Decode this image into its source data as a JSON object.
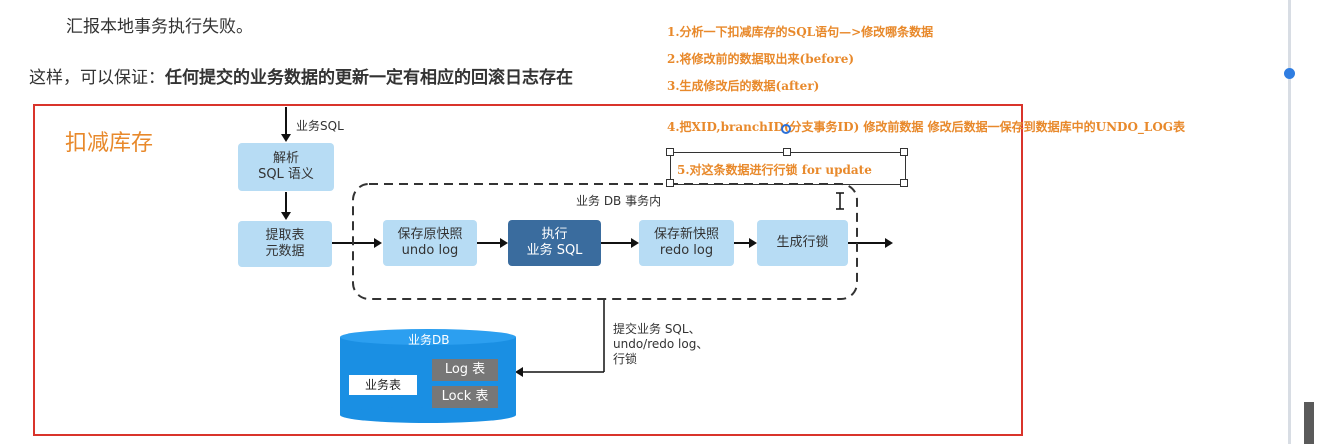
{
  "doc": {
    "line_top": "汇报本地事务执行失败。",
    "line_sentence_prefix": "这样，可以保证：",
    "line_sentence_bold": "任何提交的业务数据的更新一定有相应的回滚日志存在"
  },
  "notes": [
    "1.分析一下扣减库存的SQL语句—>修改哪条数据",
    "2.将修改前的数据取出来(before)",
    "3.生成修改后的数据(after)",
    "4.把XID,branchID(分支事务ID) 修改前数据 修改后数据一保存到数据库中的UNDO_LOG表",
    "5.对这条数据进行行锁 for update"
  ],
  "diagram": {
    "title": "扣减库存",
    "sql_label": "业务SQL",
    "parse_line1": "解析",
    "parse_line2": "SQL 语义",
    "extract_line1": "提取表",
    "extract_line2": "元数据",
    "group_label": "业务 DB 事务内",
    "undo_line1": "保存原快照",
    "undo_line2": "undo log",
    "exec_line1": "执行",
    "exec_line2": "业务 SQL",
    "redo_line1": "保存新快照",
    "redo_line2": "redo log",
    "lock_box": "生成行锁",
    "commit_line1": "提交业务 SQL、",
    "commit_line2": "undo/redo log、",
    "commit_line3": "行锁",
    "db_label": "业务DB",
    "biz_table": "业务表",
    "log_table": "Log 表",
    "lock_table": "Lock 表"
  },
  "colors": {
    "frame": "#d9342b",
    "accent_orange": "#e8892b",
    "box_light": "#b7dcf4",
    "box_dark": "#3a6c9e",
    "db_blue": "#1a8fe3"
  }
}
